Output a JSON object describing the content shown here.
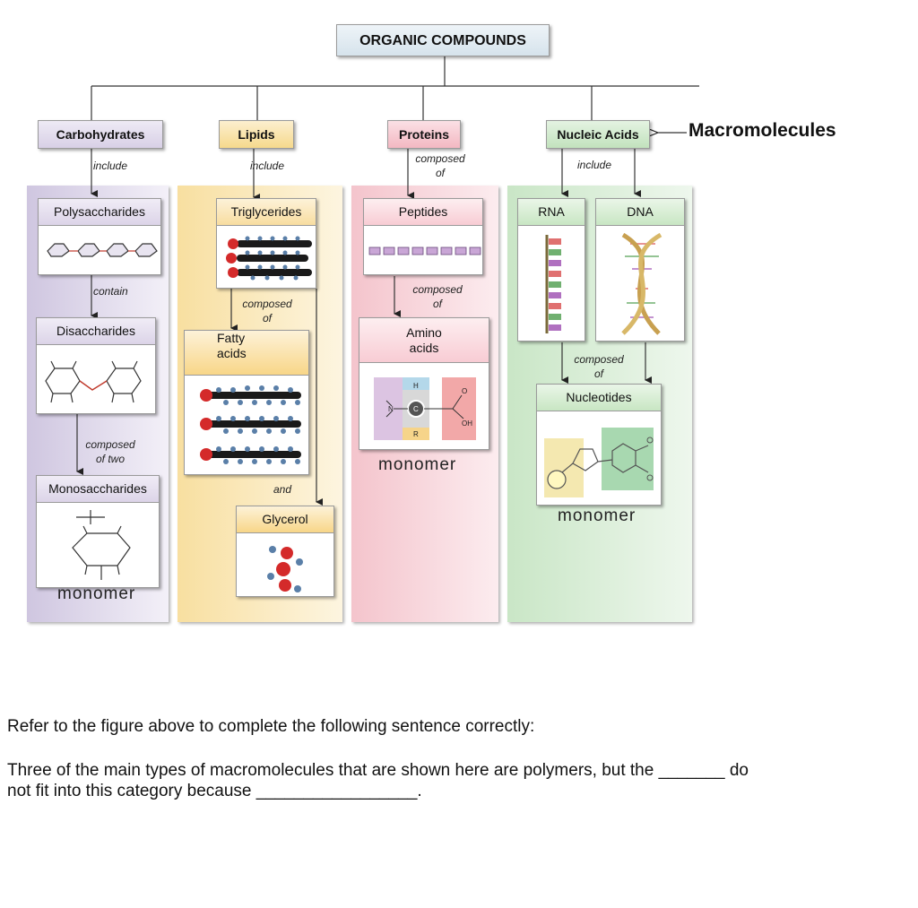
{
  "diagram": {
    "root": "ORGANIC COMPOUNDS",
    "macromolecules_label": "Macromolecules",
    "categories": {
      "carbohydrates": "Carbohydrates",
      "lipids": "Lipids",
      "proteins": "Proteins",
      "nucleic_acids": "Nucleic Acids"
    },
    "edges": {
      "include": "include",
      "contain": "contain",
      "composed": "composed",
      "of": "of",
      "of_two": "of two",
      "and": "and"
    },
    "nodes": {
      "polysaccharides": "Polysaccharides",
      "disaccharides": "Disaccharides",
      "monosaccharides": "Monosaccharides",
      "triglycerides": "Triglycerides",
      "fatty_acids_line1": "Fatty",
      "fatty_acids_line2": "acids",
      "glycerol": "Glycerol",
      "peptides": "Peptides",
      "amino_acids_line1": "Amino",
      "amino_acids_line2": "acids",
      "rna": "RNA",
      "dna": "DNA",
      "nucleotides": "Nucleotides"
    },
    "monomer_label": "monomer",
    "amino_labels": {
      "h": "H",
      "n": "N",
      "c": "C",
      "r": "R",
      "o": "O",
      "oh": "OH"
    }
  },
  "question": {
    "prompt": "Refer to the figure above to complete the following sentence correctly:",
    "sentence_line1": "Three of the main types of macromolecules that are shown here are polymers, but the _______ do",
    "sentence_line2": "not fit into this category because _________________."
  }
}
